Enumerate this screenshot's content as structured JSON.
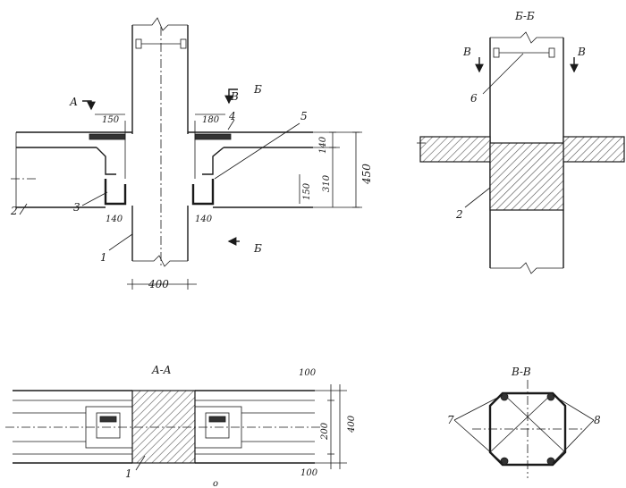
{
  "labels": {
    "section_aa": "A-A",
    "section_bb": "Б-Б",
    "section_vv": "В-В",
    "cut_a": "А",
    "cut_b": "Б",
    "cut_v": "В",
    "dim_150": "150",
    "dim_180": "180",
    "dim_140_top": "140",
    "dim_310": "310",
    "dim_450": "450",
    "dim_150_side": "150",
    "dim_140_left": "140",
    "dim_140_right": "140",
    "dim_400": "400",
    "dim_100_top": "100",
    "dim_200": "200",
    "dim_400_aa": "400",
    "dim_100_bot": "100",
    "callout_1": "1",
    "callout_2": "2",
    "callout_3": "3",
    "callout_4": "4",
    "callout_5": "5",
    "callout_6": "6",
    "callout_7": "7",
    "callout_8": "8",
    "note_o": "о"
  }
}
